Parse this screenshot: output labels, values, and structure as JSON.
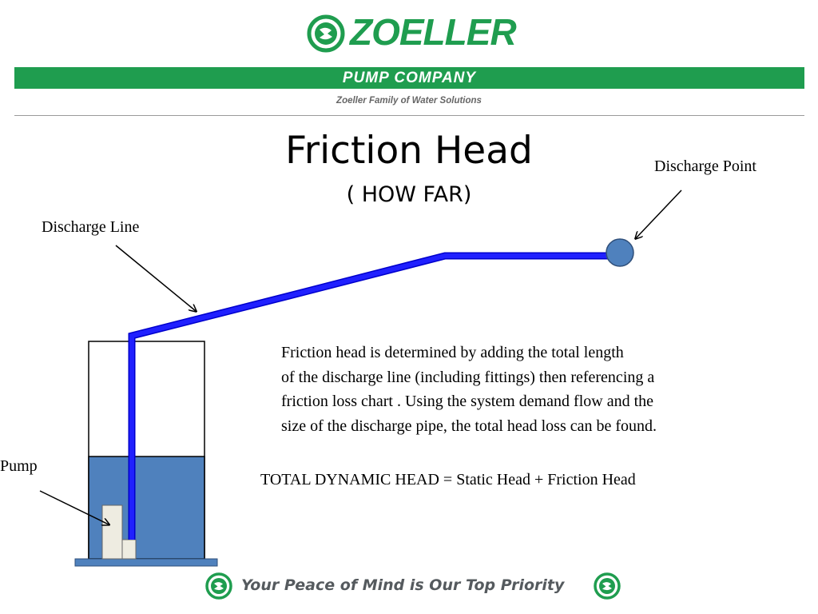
{
  "header": {
    "brand_name": "ZOELLER",
    "band_title": "PUMP COMPANY",
    "tagline": "Zoeller Family of Water Solutions"
  },
  "slide": {
    "title": "Friction Head",
    "subtitle": "( HOW FAR)"
  },
  "labels": {
    "discharge_point": "Discharge Point",
    "discharge_line": "Discharge  Line",
    "pump": "Pump"
  },
  "body": {
    "lines": [
      "Friction head is determined by adding the total length",
      "of the discharge line (including fittings) then referencing a",
      "friction loss chart . Using the system demand flow and the",
      "size of the discharge pipe, the total head loss can be found."
    ],
    "equation": "TOTAL DYNAMIC HEAD = Static Head + Friction Head"
  },
  "footer": {
    "slogan": "Your Peace of Mind is Our Top Priority"
  },
  "colors": {
    "brand_green": "#1f9d4f",
    "pipe_blue": "#1a1aff",
    "water_blue": "#4f81bd",
    "pump_fill": "#eeece1"
  }
}
